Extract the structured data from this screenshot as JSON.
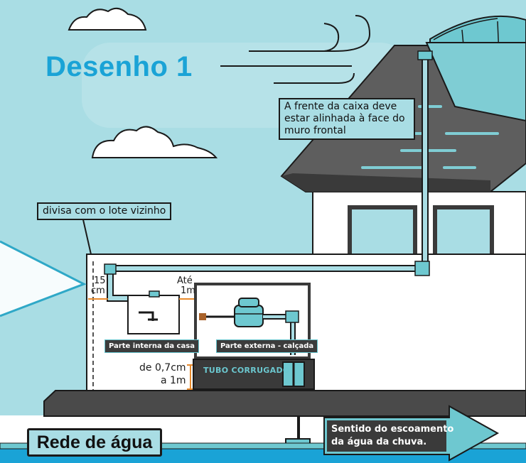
{
  "title": "Desenho 1",
  "callouts": {
    "caixa_alinhada": "A frente da caixa deve estar alinhada à face do muro frontal",
    "divisa": "divisa com o lote vizinho"
  },
  "measures": {
    "offset_top": "15",
    "offset_unit": "cm",
    "ate": "Até",
    "ate_value": "1m",
    "depth_line1": "de 0,7cm",
    "depth_line2": "a 1m"
  },
  "boxes": {
    "interna": "Parte interna da casa",
    "externa": "Parte externa - calçada"
  },
  "tubo": "TUBO CORRUGADO",
  "rede": "Rede de água",
  "flow": {
    "line1": "Sentido do escoamento",
    "line2": "da água da chuva."
  },
  "colors": {
    "sky": "#a9dde4",
    "teal": "#7fcdd4",
    "water": "#1aa3d6",
    "dark": "#3a3a3a",
    "title": "#1aa3d6"
  }
}
